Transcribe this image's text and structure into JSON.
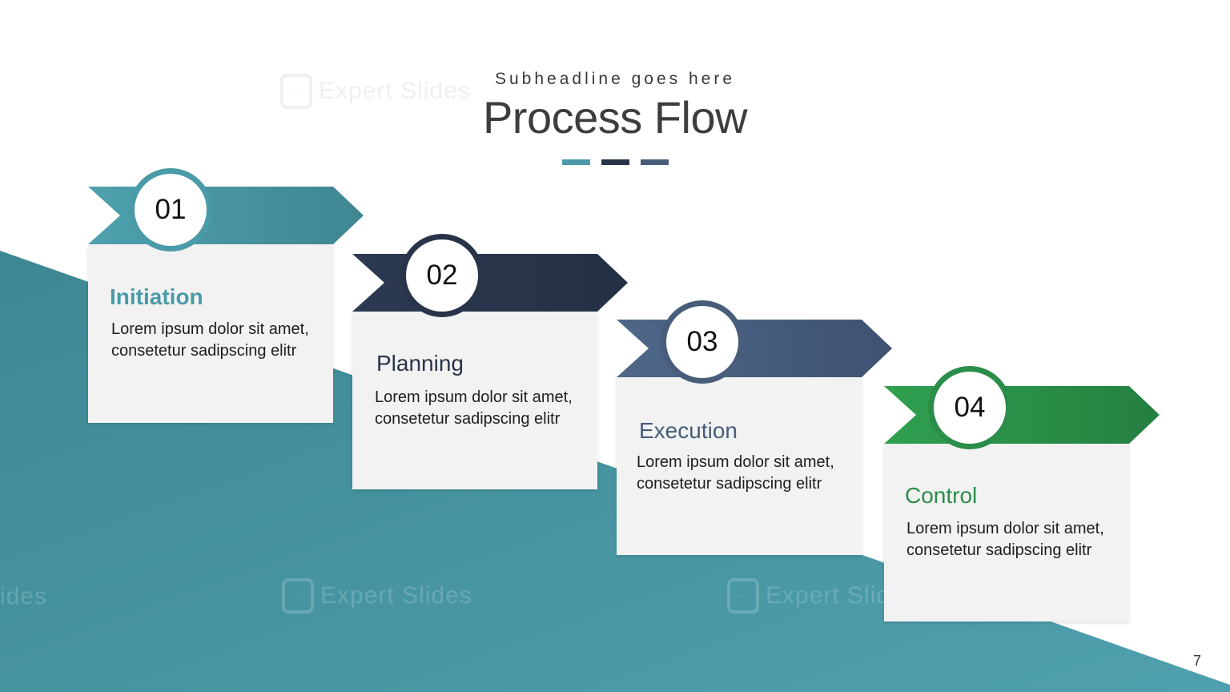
{
  "header": {
    "subheadline": "Subheadline goes here",
    "title": "Process Flow"
  },
  "colors": {
    "teal": "#4a9aa8",
    "navy": "#28344a",
    "slate": "#475d7a",
    "green": "#2b8d4a",
    "card": "#f2f2f2"
  },
  "watermark": {
    "brand": "Expert Slides",
    "partial_left": "ides"
  },
  "steps": [
    {
      "number": "01",
      "title": "Initiation",
      "text": "Lorem ipsum dolor sit amet, consetetur sadipscing elitr",
      "color": "#4a9aa8"
    },
    {
      "number": "02",
      "title": "Planning",
      "text": "Lorem ipsum dolor sit amet, consetetur sadipscing elitr",
      "color": "#28344a"
    },
    {
      "number": "03",
      "title": "Execution",
      "text": "Lorem ipsum dolor sit amet, consetetur sadipscing elitr",
      "color": "#475d7a"
    },
    {
      "number": "04",
      "title": "Control",
      "text": "Lorem ipsum dolor sit amet, consetetur sadipscing elitr",
      "color": "#2b8d4a"
    }
  ],
  "page_number": "7"
}
